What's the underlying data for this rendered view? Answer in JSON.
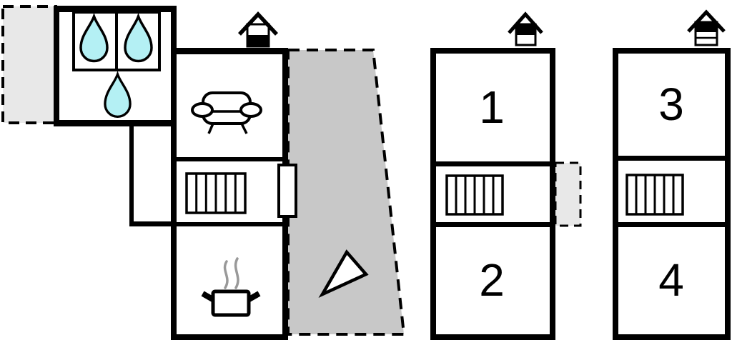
{
  "floorplan": {
    "type": "floor-plan",
    "units": [
      {
        "label": "1"
      },
      {
        "label": "2"
      },
      {
        "label": "3"
      },
      {
        "label": "4"
      }
    ],
    "rooms": [
      {
        "name": "bathroom",
        "icon": "water-drop-icon",
        "drop_count": 3
      },
      {
        "name": "living-room",
        "icon": "sofa-icon"
      },
      {
        "name": "stair-hall",
        "icon": "stairs-icon"
      },
      {
        "name": "kitchen",
        "icon": "cooking-pot-icon"
      }
    ],
    "outdoor_areas": [
      {
        "name": "terrace-top-left",
        "style": "dashed-outline",
        "fill": "light-gray"
      },
      {
        "name": "terrace-main",
        "style": "dashed-outline",
        "fill": "gray"
      },
      {
        "name": "balcony-annex",
        "style": "dashed-outline",
        "fill": "light-gray"
      }
    ],
    "symbols": [
      {
        "name": "chimney-icon",
        "count": 3
      },
      {
        "name": "stairs-icon",
        "count": 3
      },
      {
        "name": "north-arrow-icon",
        "count": 1
      },
      {
        "name": "door-icon",
        "count": 1
      }
    ],
    "colors": {
      "wall": "#000000",
      "background": "#ffffff",
      "terrace_main": "#c8c8c8",
      "terrace_small": "#e8e8e8",
      "water_drop": "#b4f0f4",
      "steam": "#999999"
    }
  }
}
